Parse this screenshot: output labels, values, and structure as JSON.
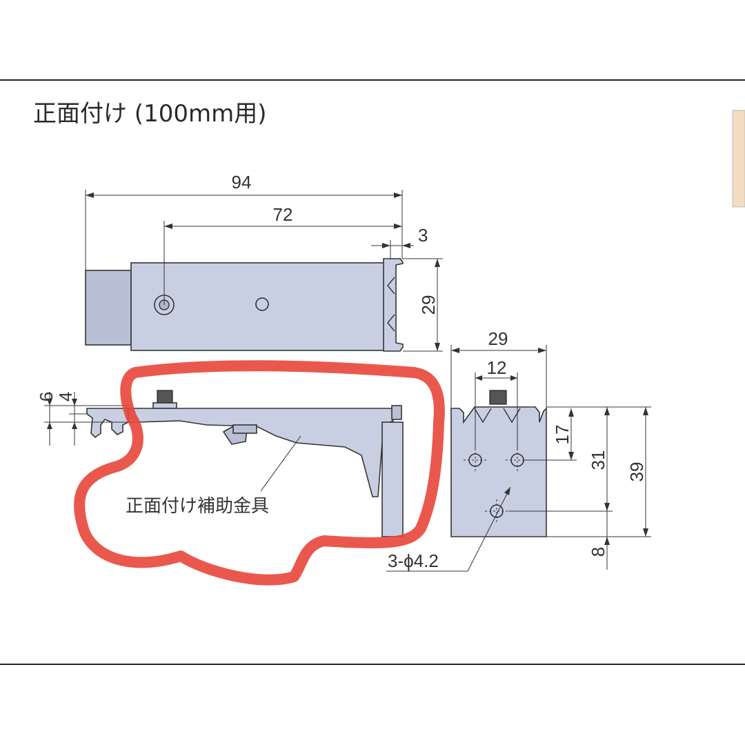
{
  "title": "正面付け (100mm用)",
  "callout_label": "正面付け補助金具",
  "hole_label": "3-ϕ4.2",
  "dimensions": {
    "top_total": "94",
    "top_hole": "72",
    "top_flange": "3",
    "top_height": "29",
    "left_6": "6",
    "left_4": "4",
    "side_width": "29",
    "side_hole_spacing": "12",
    "side_17": "17",
    "side_31": "31",
    "side_39": "39",
    "side_8": "8"
  },
  "colors": {
    "part_fill": "#c9cfe2",
    "highlight": "#e8463a",
    "rule": "#333333"
  }
}
